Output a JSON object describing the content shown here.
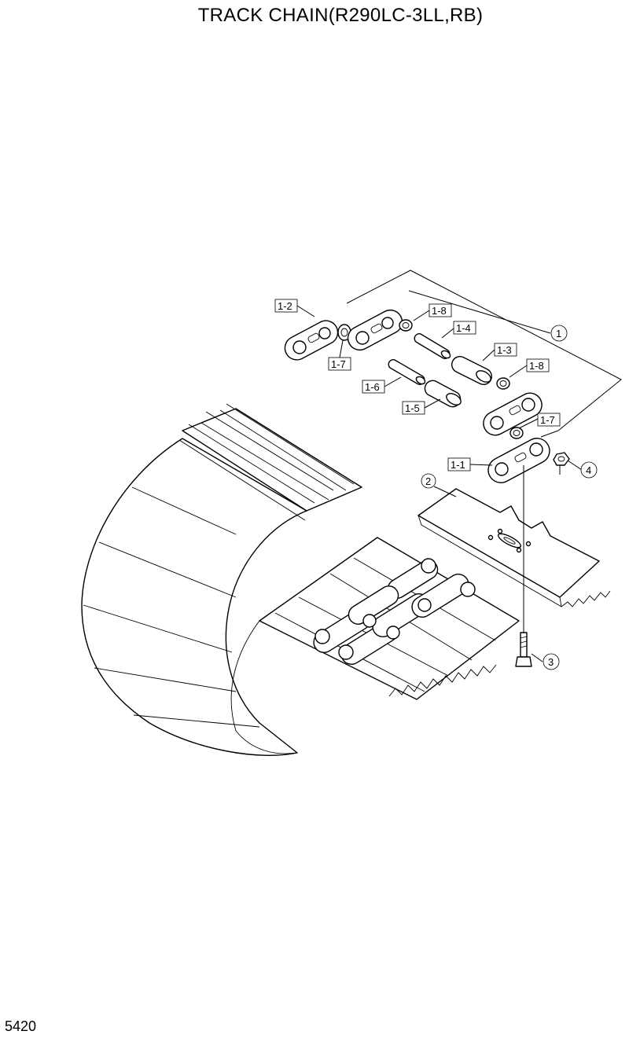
{
  "title": "TRACK CHAIN(R290LC-3LL,RB)",
  "page_number": "5420",
  "callouts": {
    "c1_2": "1-2",
    "c1_8a": "1-8",
    "c1_4": "1-4",
    "c1": "1",
    "c1_3": "1-3",
    "c1_7a": "1-7",
    "c1_8b": "1-8",
    "c1_6": "1-6",
    "c1_5": "1-5",
    "c1_7b": "1-7",
    "c1_1": "1-1",
    "c4": "4",
    "c2": "2",
    "c3": "3"
  }
}
